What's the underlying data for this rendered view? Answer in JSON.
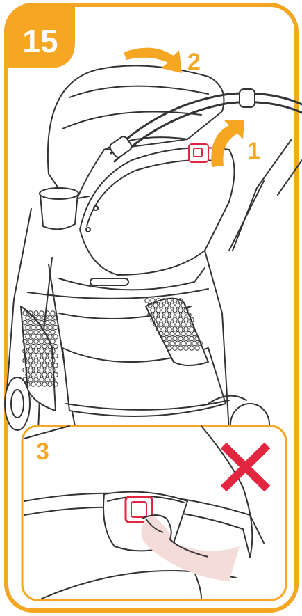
{
  "step": {
    "number": "15",
    "badge_color": "#f5a623",
    "frame_color": "#f5a623"
  },
  "callouts": {
    "lift_label": "1",
    "fold_label": "2",
    "detail_label": "3"
  },
  "detail_panel": {
    "warning_icon": "red-x-icon",
    "warning_color": "#e3263f",
    "button_color": "#e3263f"
  },
  "colors": {
    "line": "#333333",
    "arrow": "#f5a623",
    "hand_shade": "#f4dcd8"
  }
}
